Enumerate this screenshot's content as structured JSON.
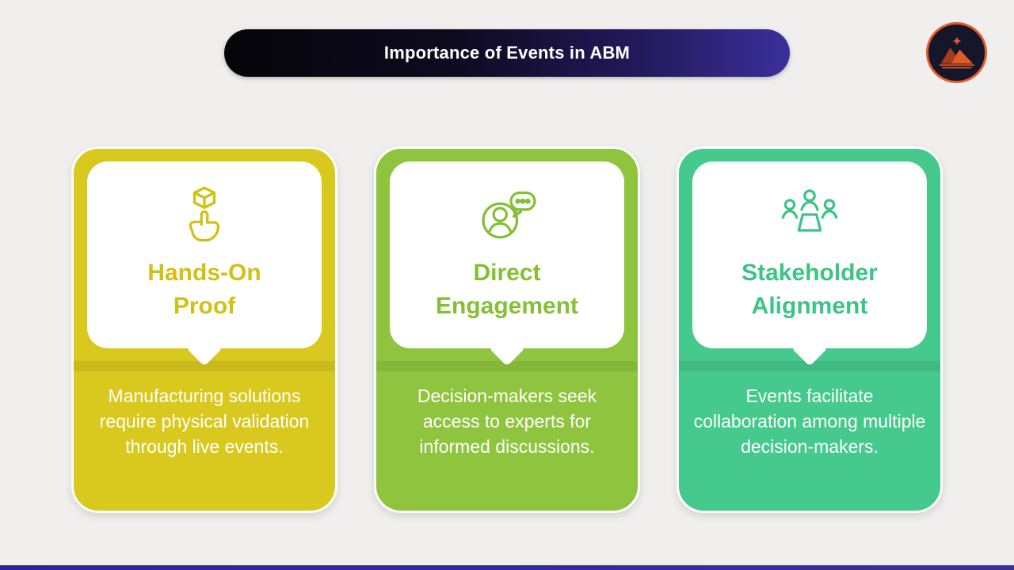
{
  "header": {
    "title": "Importance of Events in ABM"
  },
  "theme": {
    "background": "#f0efed",
    "banner_gradient_start": "#060509",
    "banner_gradient_end": "#3b2f9b",
    "logo_ring": "#e25a28",
    "bottom_strip": "#2e2a96"
  },
  "cards": [
    {
      "title": "Hands-On\nProof",
      "body": "Manufacturing solutions require physical validation through live events.",
      "accent": "#d9c81e",
      "icon": "hands-on-icon"
    },
    {
      "title": "Direct\nEngagement",
      "body": "Decision-makers seek access to experts for informed discussions.",
      "accent": "#8fc43f",
      "icon": "conversation-icon"
    },
    {
      "title": "Stakeholder\nAlignment",
      "body": "Events facilitate collaboration among multiple decision-makers.",
      "accent": "#45c98c",
      "icon": "group-table-icon"
    }
  ]
}
